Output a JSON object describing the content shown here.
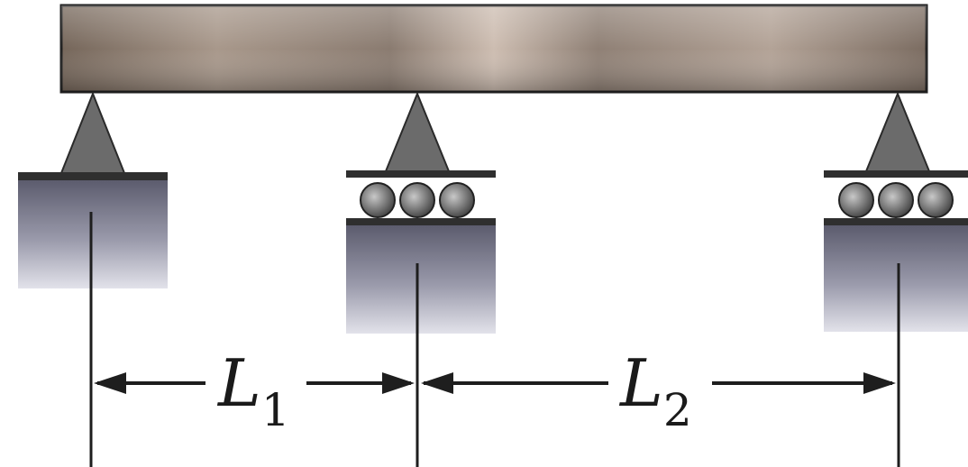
{
  "dimensions": {
    "span1": {
      "symbol": "L",
      "subscript": "1"
    },
    "span2": {
      "symbol": "L",
      "subscript": "2"
    }
  },
  "supports": [
    {
      "id": "left",
      "type": "pin"
    },
    {
      "id": "middle",
      "type": "roller"
    },
    {
      "id": "right",
      "type": "roller"
    }
  ],
  "colors": {
    "beam_dark": "#6f6055",
    "beam_light": "#c9b9ad",
    "support_gray": "#6b6b6b",
    "ground_top": "#5e5e70",
    "ground_bottom": "#d8d8e2",
    "line": "#1e1e1e"
  }
}
